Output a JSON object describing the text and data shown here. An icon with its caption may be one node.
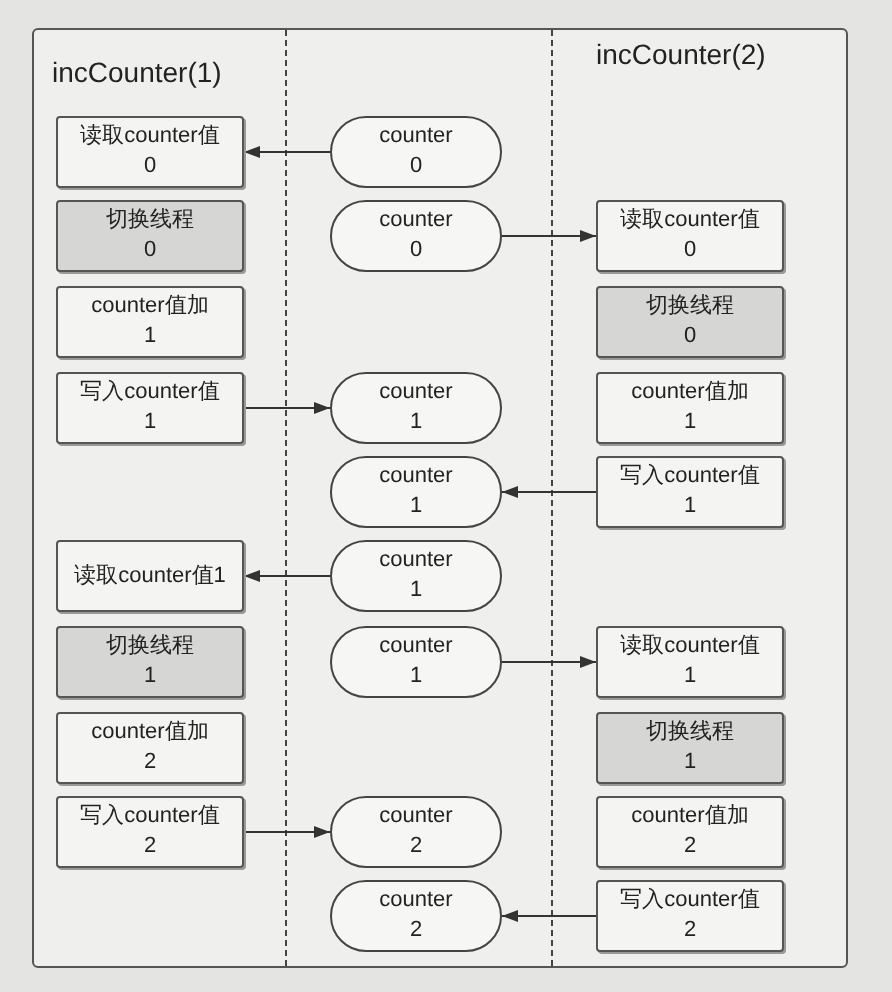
{
  "diagram": {
    "nodes": [
      {
        "text": [
          "读取counter值",
          "0"
        ]
      },
      {
        "text": [
          "counter",
          "0"
        ]
      },
      {
        "text": [
          "切换线程",
          "0"
        ]
      },
      {
        "text": [
          "counter",
          "0"
        ]
      },
      {
        "text": [
          "读取counter值",
          "0"
        ]
      },
      {
        "text": [
          "counter值加",
          "1"
        ]
      },
      {
        "text": [
          "切换线程",
          "0"
        ]
      },
      {
        "text": [
          "写入counter值",
          "1"
        ]
      },
      {
        "text": [
          "counter",
          "1"
        ]
      },
      {
        "text": [
          "counter值加",
          "1"
        ]
      },
      {
        "text": [
          "counter",
          "1"
        ]
      },
      {
        "text": [
          "写入counter值",
          "1"
        ]
      },
      {
        "text": [
          "读取counter值1"
        ]
      },
      {
        "text": [
          "counter",
          "1"
        ]
      },
      {
        "text": [
          "切换线程",
          "1"
        ]
      },
      {
        "text": [
          "counter",
          "1"
        ]
      },
      {
        "text": [
          "读取counter值",
          "1"
        ]
      },
      {
        "text": [
          "counter值加",
          "2"
        ]
      },
      {
        "text": [
          "切换线程",
          "1"
        ]
      },
      {
        "text": [
          "写入counter值",
          "2"
        ]
      },
      {
        "text": [
          "counter",
          "2"
        ]
      },
      {
        "text": [
          "counter值加",
          "2"
        ]
      },
      {
        "text": [
          "counter",
          "2"
        ]
      },
      {
        "text": [
          "写入counter值",
          "2"
        ]
      }
    ],
    "edges": [
      {
        "from": 1,
        "to": 0,
        "arrow": "to"
      },
      {
        "from": 3,
        "to": 4,
        "arrow": "to"
      },
      {
        "from": 7,
        "to": 8,
        "arrow": "to"
      },
      {
        "from": 11,
        "to": 10,
        "arrow": "to"
      },
      {
        "from": 13,
        "to": 12,
        "arrow": "to"
      },
      {
        "from": 15,
        "to": 16,
        "arrow": "to"
      },
      {
        "from": 19,
        "to": 20,
        "arrow": "to"
      },
      {
        "from": 23,
        "to": 22,
        "arrow": "to"
      }
    ],
    "labels": [
      "incCounter(1)",
      "incCounter(2)"
    ]
  }
}
